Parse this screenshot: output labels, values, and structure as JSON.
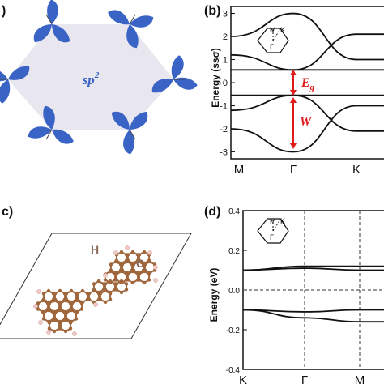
{
  "panels": {
    "a": {
      "label": ")",
      "center_text": "sp",
      "center_sup": "2"
    },
    "b": {
      "label": "(b)",
      "ylabel": "Energy (ssσ)",
      "yticks": [
        "3",
        "2",
        "1",
        "0",
        "-1",
        "-2",
        "-3"
      ],
      "xticks": [
        "M",
        "Γ",
        "K"
      ],
      "gap_label": "E",
      "gap_sub": "g",
      "width_label": "W",
      "inset": {
        "M": "M",
        "K": "K",
        "Gamma": "Γ"
      }
    },
    "c": {
      "label": "c)",
      "atom_H": "H",
      "atom_C": "C"
    },
    "d": {
      "label": "(d)",
      "ylabel": "Energy (eV)",
      "yticks": [
        "0.4",
        "0.2",
        "0.0",
        "-0.2",
        "-0.4"
      ],
      "xticks": [
        "K",
        "Γ",
        "M"
      ],
      "inset": {
        "M": "M",
        "K": "K",
        "Gamma": "Γ"
      }
    }
  },
  "colors": {
    "orbital": "#3a63c6",
    "arrow": "#e01a1a",
    "hexfill": "#e8e6ee",
    "carbon": "#a0673c",
    "hydrogen": "#f2c9c4"
  },
  "chart_data": [
    {
      "type": "line",
      "panel": "b",
      "ylabel": "Energy (ssσ)",
      "ylim": [
        -3.3,
        3.3
      ],
      "x_ticks": [
        "M",
        "Γ",
        "K"
      ],
      "series": [
        {
          "values_at_ticks": [
            2.0,
            3.0,
            1.0
          ]
        },
        {
          "values_at_ticks": [
            1.2,
            0.55,
            2.1
          ]
        },
        {
          "values_at_ticks": [
            0.55,
            0.55,
            0.55
          ]
        },
        {
          "values_at_ticks": [
            -0.55,
            -0.55,
            -0.55
          ]
        },
        {
          "values_at_ticks": [
            -1.2,
            -0.55,
            -2.1
          ]
        },
        {
          "values_at_ticks": [
            -2.0,
            -3.0,
            -1.0
          ]
        }
      ]
    },
    {
      "type": "line",
      "panel": "d",
      "ylabel": "Energy (eV)",
      "ylim": [
        -0.4,
        0.4
      ],
      "x_ticks": [
        "K",
        "Γ",
        "M"
      ],
      "series": [
        {
          "values_at_ticks": [
            0.1,
            0.12,
            0.12
          ]
        },
        {
          "values_at_ticks": [
            0.1,
            0.11,
            0.1
          ]
        },
        {
          "values_at_ticks": [
            -0.1,
            -0.11,
            -0.1
          ]
        },
        {
          "values_at_ticks": [
            -0.1,
            -0.14,
            -0.16
          ]
        }
      ]
    }
  ]
}
